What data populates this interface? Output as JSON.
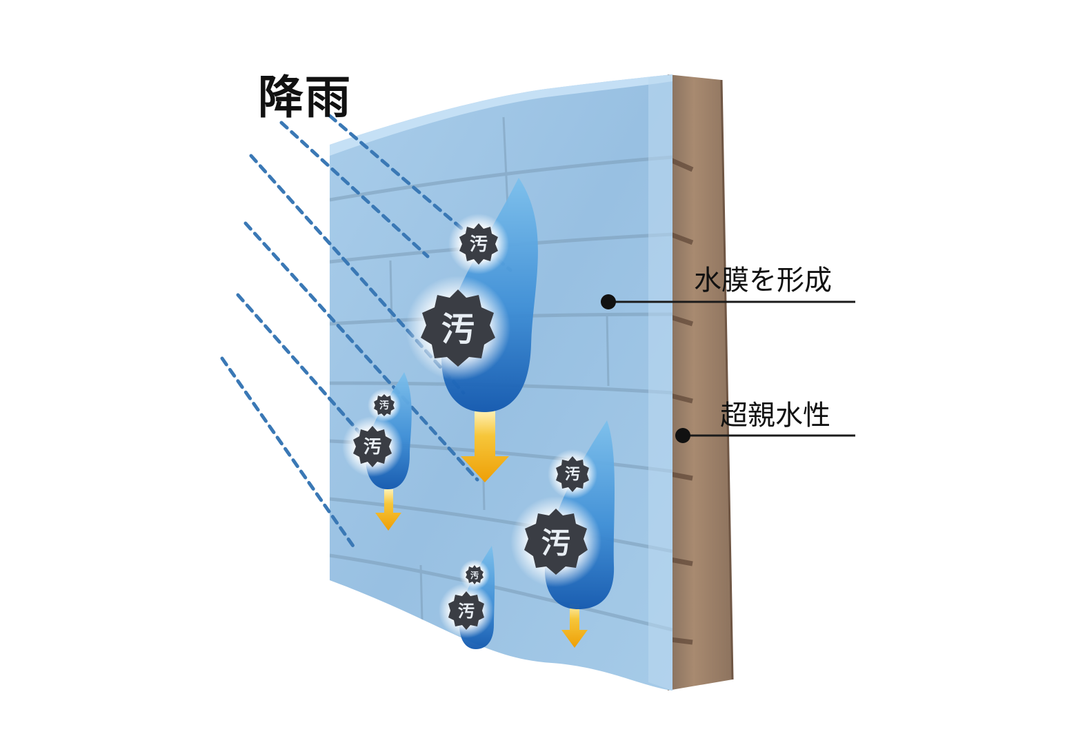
{
  "title": "降雨",
  "labels": {
    "water_film": "水膜を形成",
    "super_hydrophilic": "超親水性"
  },
  "dirt_glyph": "汚",
  "colors": {
    "wall_blue": "#9cc4e4",
    "film_blue": "#7fb6e6",
    "drop_blue": "#1f6fc0",
    "rain_line": "#3a78b5",
    "arrow_orange": "#f2b212",
    "substrate_brown": "#9a7a62",
    "dirt_dark": "#3a3d44",
    "label_line": "#1a1a1a"
  },
  "icons": [
    "rain-dash-line",
    "water-drop-icon",
    "dirt-particle-icon",
    "down-arrow-icon",
    "leader-dot-icon"
  ]
}
